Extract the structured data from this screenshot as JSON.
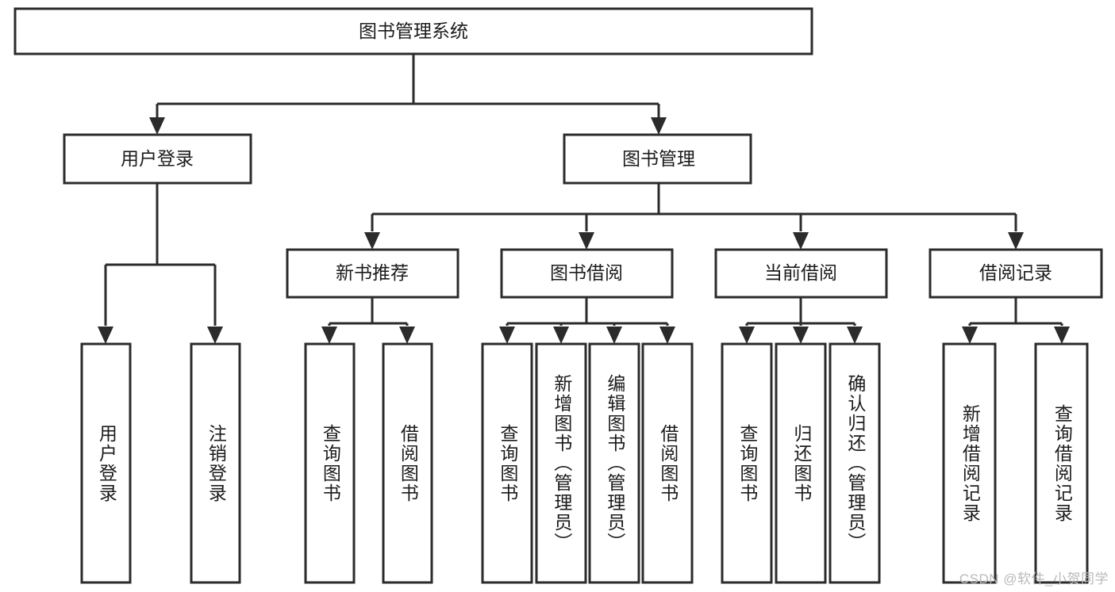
{
  "diagram": {
    "type": "tree-hierarchy-chart",
    "title": "图书管理系统",
    "watermark": "CSDN @软件_小贺同学",
    "colors": {
      "box_stroke": "#2b2b2b",
      "box_fill": "#ffffff",
      "connector": "#2b2b2b",
      "text": "#1b1b1b",
      "watermark": "#b9b9b9",
      "background": "#ffffff"
    },
    "levels": {
      "root": "图书管理系统",
      "level2": [
        "用户登录",
        "图书管理"
      ],
      "level3": [
        "新书推荐",
        "图书借阅",
        "当前借阅",
        "借阅记录"
      ],
      "leaves": [
        "用户登录",
        "注销登录",
        "查询图书",
        "借阅图书",
        "查询图书",
        "新增图书（管理员）",
        "编辑图书（管理员）",
        "借阅图书",
        "查询图书",
        "归还图书",
        "确认归还（管理员）",
        "新增借阅记录",
        "查询借阅记录"
      ]
    },
    "nodes": {
      "root": {
        "label": "图书管理系统"
      },
      "user_login": {
        "label": "用户登录"
      },
      "book_manage": {
        "label": "图书管理"
      },
      "new_book_rec": {
        "label": "新书推荐"
      },
      "book_borrow": {
        "label": "图书借阅"
      },
      "current_borrow": {
        "label": "当前借阅"
      },
      "borrow_record": {
        "label": "借阅记录"
      },
      "leaf_user_login": {
        "label": "用户登录"
      },
      "leaf_user_logout": {
        "label": "注销登录"
      },
      "leaf_rec_query": {
        "label": "查询图书"
      },
      "leaf_rec_borrow": {
        "label": "借阅图书"
      },
      "leaf_borrow_query": {
        "label": "查询图书"
      },
      "leaf_borrow_add": {
        "label": "新增图书（管理员）"
      },
      "leaf_borrow_edit": {
        "label": "编辑图书（管理员）"
      },
      "leaf_borrow_borrow": {
        "label": "借阅图书"
      },
      "leaf_cur_query": {
        "label": "查询图书"
      },
      "leaf_cur_return": {
        "label": "归还图书"
      },
      "leaf_cur_confirm": {
        "label": "确认归还（管理员）"
      },
      "leaf_rec_add": {
        "label": "新增借阅记录"
      },
      "leaf_rec_query2": {
        "label": "查询借阅记录"
      }
    }
  }
}
